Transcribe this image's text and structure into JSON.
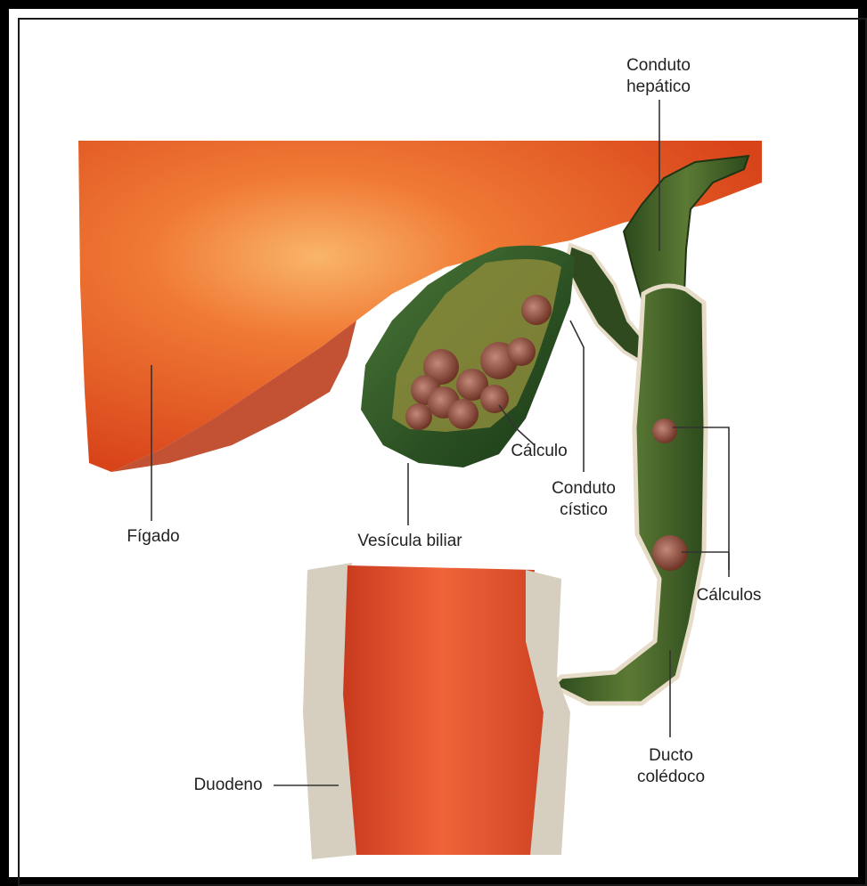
{
  "labels": {
    "conduto_hepatico_1": "Conduto",
    "conduto_hepatico_2": "hepático",
    "figado": "Fígado",
    "vesicula": "Vesícula biliar",
    "calculo": "Cálculo",
    "conduto_cistico_1": "Conduto",
    "conduto_cistico_2": "cístico",
    "calculos": "Cálculos",
    "duodeno": "Duodeno",
    "ducto_coledoco_1": "Ducto",
    "ducto_coledoco_2": "colédoco"
  },
  "colors": {
    "liver": "#e8531c",
    "liver_highlight": "#f7a35a",
    "gallbladder": "#2f5a2a",
    "duct": "#3d5a26",
    "stone": "#8a4a3a",
    "duodenum_wall": "#d8d0c0",
    "duodenum_lumen": "#e84a2a",
    "leader_line": "#333333"
  }
}
